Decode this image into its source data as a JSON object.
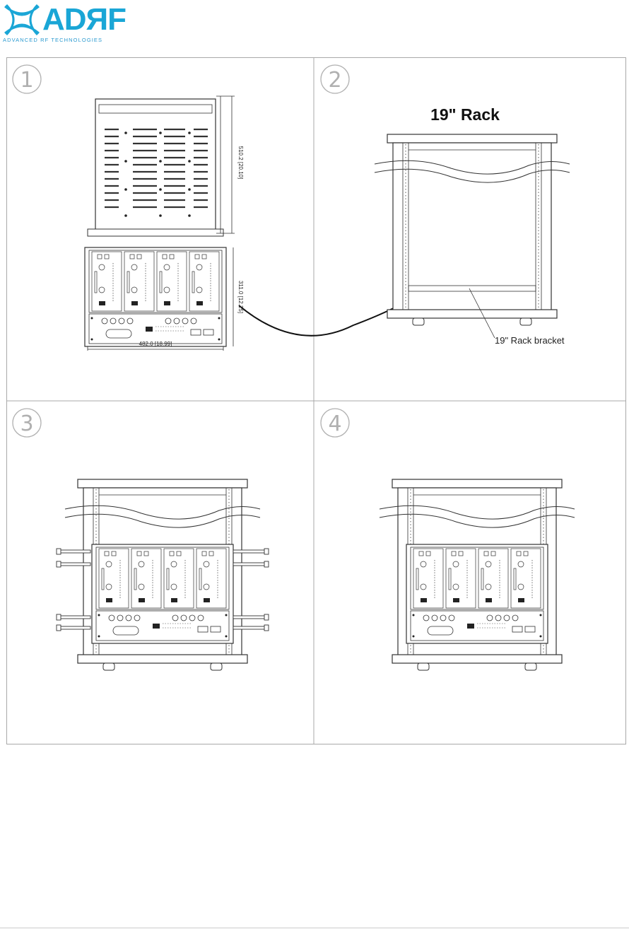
{
  "logo": {
    "word": "ADЯF",
    "tagline": "ADVANCED RF TECHNOLOGIES",
    "color": "#1aa6d6"
  },
  "steps": [
    {
      "number": "1"
    },
    {
      "number": "2",
      "title": "19\" Rack",
      "callout": "19\" Rack bracket"
    },
    {
      "number": "3"
    },
    {
      "number": "4"
    }
  ],
  "dimensions": {
    "depth": "510.2 [20.10]",
    "height": "311.0 [12.25]",
    "width": "482.0 [18.99]"
  },
  "colors": {
    "frame": "#a8a8a8",
    "line": "#333333",
    "step_circle": "#b0b0b0"
  }
}
